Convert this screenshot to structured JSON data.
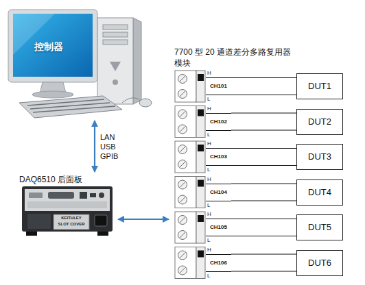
{
  "diagram": {
    "nodes": [
      {
        "text": [
          "控制器"
        ]
      },
      {
        "text": [
          "DAQ6510 后面板"
        ]
      },
      {
        "text": [
          "7700 型 20 通道差分多路复用器 模块"
        ]
      },
      {
        "text": [
          "CH101"
        ],
        "in": 2
      },
      {
        "text": [
          "CH102"
        ],
        "in": 2
      },
      {
        "text": [
          "CH103"
        ],
        "in": 2
      },
      {
        "text": [
          "CH104"
        ],
        "in": 2
      },
      {
        "text": [
          "CH105"
        ],
        "in": 2
      },
      {
        "text": [
          "CH106"
        ],
        "in": 2
      },
      {
        "text": [
          "DUT1"
        ]
      },
      {
        "text": [
          "DUT2"
        ]
      },
      {
        "text": [
          "DUT3"
        ]
      },
      {
        "text": [
          "DUT4"
        ]
      },
      {
        "text": [
          "DUT5"
        ]
      },
      {
        "text": [
          "DUT6"
        ]
      }
    ],
    "edges": [
      {
        "from": 0,
        "to": 1,
        "arrow": "both",
        "label": "LAN USB GPIB"
      },
      {
        "from": 1,
        "to": 2,
        "arrow": "both"
      },
      {
        "from": 3,
        "to": 9,
        "arrow": "none"
      },
      {
        "from": 3,
        "to": 9,
        "arrow": "none"
      },
      {
        "from": 4,
        "to": 10,
        "arrow": "none"
      },
      {
        "from": 4,
        "to": 10,
        "arrow": "none"
      },
      {
        "from": 5,
        "to": 11,
        "arrow": "none"
      },
      {
        "from": 5,
        "to": 11,
        "arrow": "none"
      },
      {
        "from": 6,
        "to": 12,
        "arrow": "none"
      },
      {
        "from": 6,
        "to": 12,
        "arrow": "none"
      },
      {
        "from": 7,
        "to": 13,
        "arrow": "none"
      },
      {
        "from": 7,
        "to": 13,
        "arrow": "none"
      },
      {
        "from": 8,
        "to": 14,
        "arrow": "none"
      },
      {
        "from": 8,
        "to": 14,
        "arrow": "none"
      }
    ],
    "labels": [
      "KEITHLEY",
      "SLOT COVER",
      "H",
      "L",
      "H",
      "L",
      "H",
      "L",
      "H",
      "L",
      "H",
      "L",
      "H",
      "L"
    ]
  }
}
